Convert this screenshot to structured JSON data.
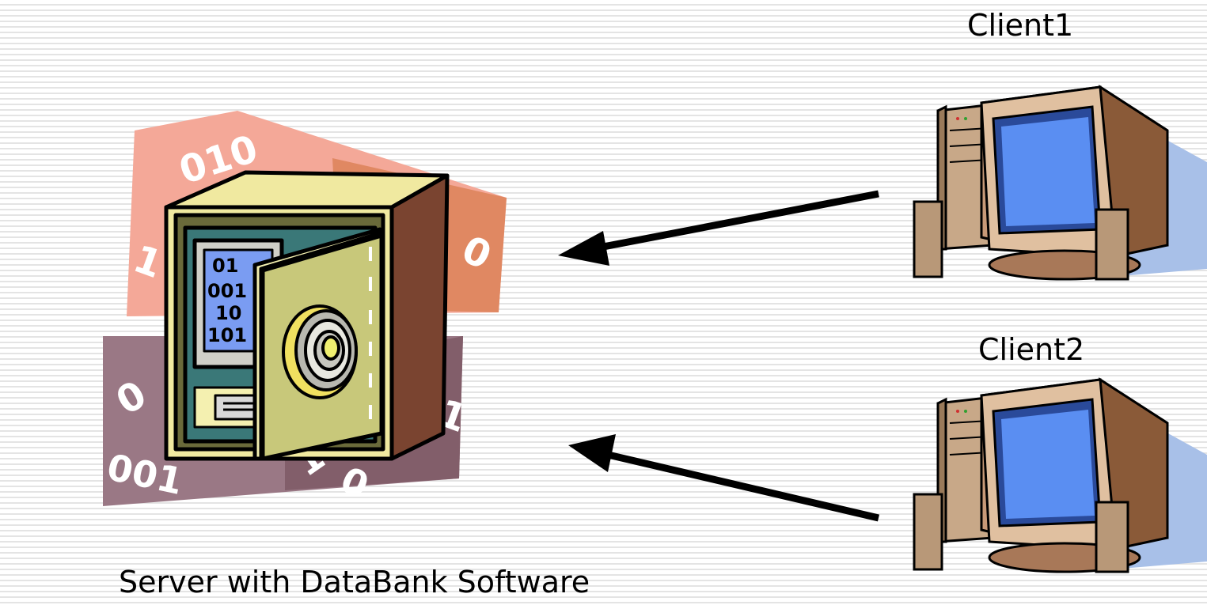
{
  "server": {
    "label": "Server with DataBank Software",
    "icon": "safe-icon",
    "safe_screen_digits": [
      "01",
      "001",
      "10",
      "101"
    ],
    "background_digits": [
      "010",
      "1",
      "0",
      "0",
      "1",
      "001",
      "1",
      "0"
    ]
  },
  "clients": [
    {
      "label": "Client1",
      "icon": "computer-icon"
    },
    {
      "label": "Client2",
      "icon": "computer-icon"
    }
  ],
  "arrows": [
    {
      "from": "Client1",
      "to": "Server with DataBank Software"
    },
    {
      "from": "Client2",
      "to": "Server with DataBank Software"
    }
  ],
  "colors": {
    "stripe": "#e4e4e4",
    "salmon": "#f4a898",
    "orange": "#e08862",
    "mauve": "#9a7885",
    "safe_front": "#f0e9a0",
    "safe_side": "#7a4430",
    "door": "#c8c87a",
    "screen_blue": "#5a8ef2",
    "monitor_shell": "#d8b898",
    "shadow": "#a8c0e8"
  }
}
